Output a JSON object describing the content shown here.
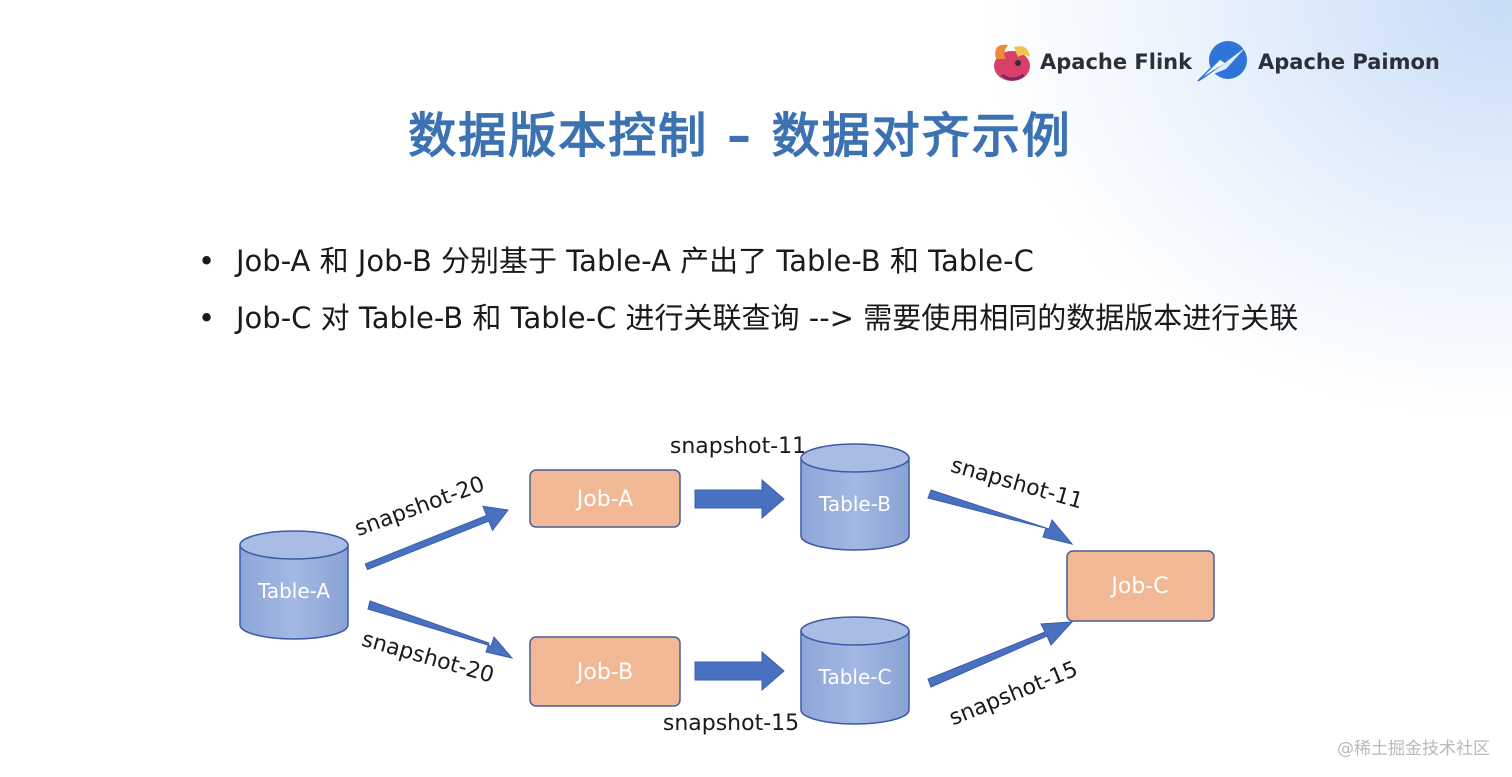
{
  "header": {
    "flink_logo_text": "Apache Flink",
    "paimon_logo_text": "Apache Paimon",
    "title": "数据版本控制 – 数据对齐示例"
  },
  "bullets": [
    "Job-A 和 Job-B 分别基于 Table-A 产出了 Table-B 和  Table-C",
    "Job-C 对 Table-B 和 Table-C 进行关联查询 -->  需要使用相同的数据版本进行关联"
  ],
  "diagram": {
    "tables": {
      "table_a": "Table-A",
      "table_b": "Table-B",
      "table_c": "Table-C"
    },
    "jobs": {
      "job_a": "Job-A",
      "job_b": "Job-B",
      "job_c": "Job-C"
    },
    "edge_labels": {
      "a_to_job_a": "snapshot-20",
      "a_to_job_b": "snapshot-20",
      "job_a_to_b": "snapshot-11",
      "job_b_to_c": "snapshot-15",
      "b_to_job_c": "snapshot-11",
      "c_to_job_c": "snapshot-15"
    }
  },
  "colors": {
    "title": "#3c72b1",
    "table_fill": "#91a9d9",
    "table_stroke": "#3b5ba7",
    "job_fill": "#f0b894",
    "job_stroke": "#4a5f96",
    "arrow": "#4a70c0"
  },
  "watermark": "@稀土掘金技术社区"
}
